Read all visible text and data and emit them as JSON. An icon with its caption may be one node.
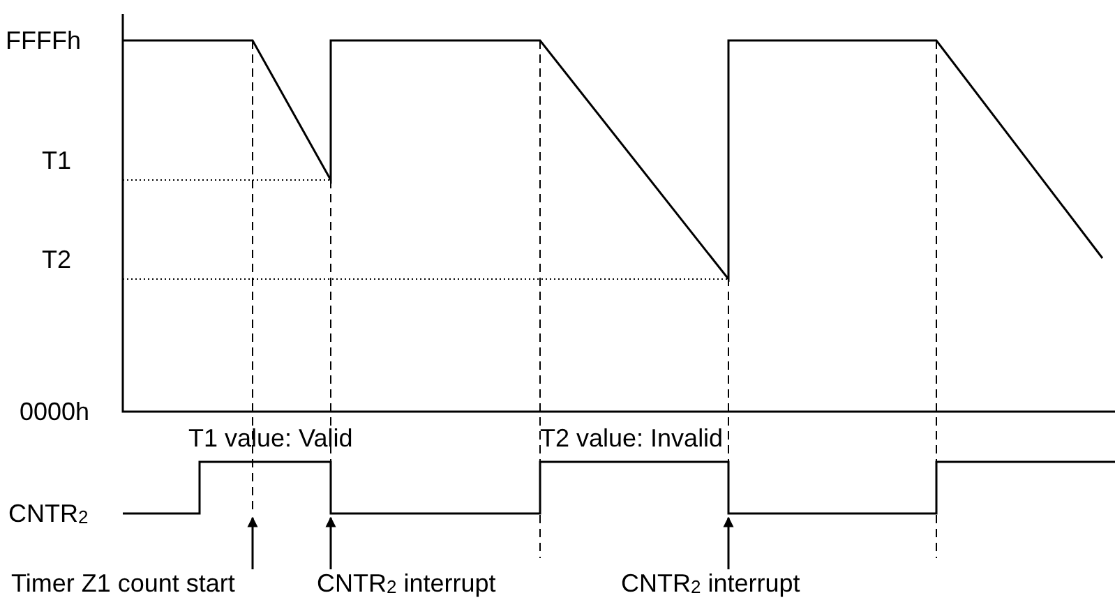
{
  "diagram": {
    "nodes": [
      {
        "text": [
          "Timer Z1 count start"
        ]
      },
      {
        "text": [
          "CNTR$_{2}$ interrupt"
        ]
      },
      {
        "text": [
          "CNTR$_{2}$ interrupt"
        ]
      }
    ],
    "edges": [
      {
        "from": 0,
        "to": null,
        "arrow": "to"
      },
      {
        "from": 1,
        "to": null,
        "arrow": "to"
      },
      {
        "from": 2,
        "to": null,
        "arrow": "to"
      }
    ],
    "labels": [
      "FFFFh",
      "T1",
      "T2",
      "0000h",
      "T1 value: Valid",
      "T2 value: Invalid",
      "CNTR$_{2}$"
    ]
  }
}
